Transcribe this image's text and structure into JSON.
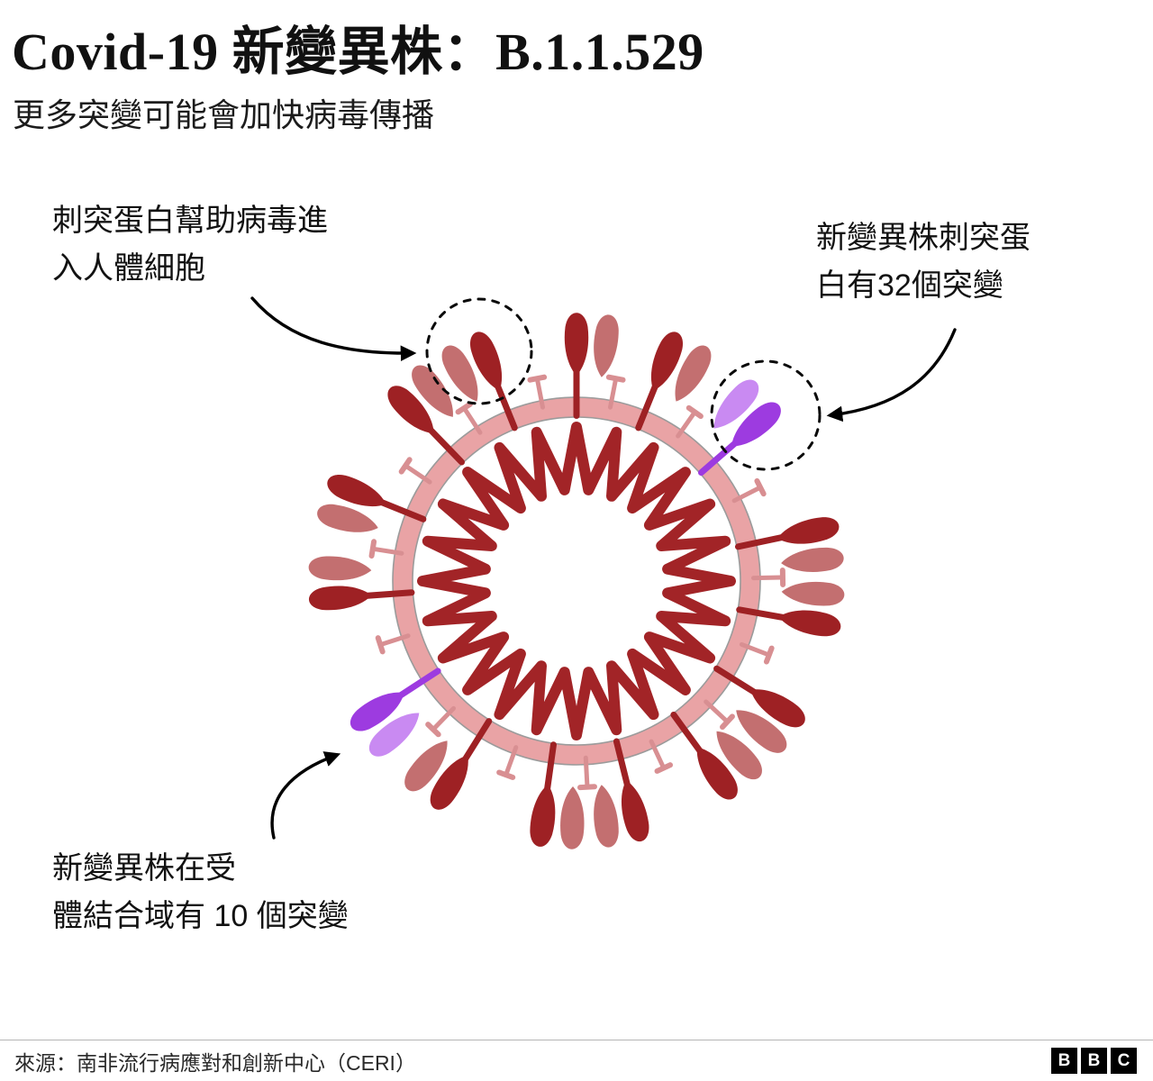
{
  "header": {
    "title": "Covid-19 新變異株：B.1.1.529",
    "subtitle": "更多突變可能會加快病毒傳播"
  },
  "annotations": {
    "spike_protein": {
      "line1": "刺突蛋白幫助病毒進",
      "line2": "入人體細胞"
    },
    "variant_spike": {
      "line1": "新變異株刺突蛋",
      "line2": "白有32個突變"
    },
    "receptor_binding": {
      "line1": "新變異株在受",
      "line2": "體結合域有 10 個突變"
    }
  },
  "footer": {
    "source": "來源：南非流行病應對和創新中心（CERI）",
    "logo_letters": [
      "B",
      "B",
      "C"
    ]
  },
  "colors": {
    "virus_red": "#9e2124",
    "virus_red_light": "#c36f70",
    "coil_red": "#a22427",
    "membrane_pink": "#e9a3a5",
    "membrane_outline": "#9b9b9b",
    "membrane_protein": "#d88f92",
    "mutation_purple": "#9d3be0",
    "mutation_purple_light": "#c98af2",
    "arrow_black": "#000000"
  }
}
